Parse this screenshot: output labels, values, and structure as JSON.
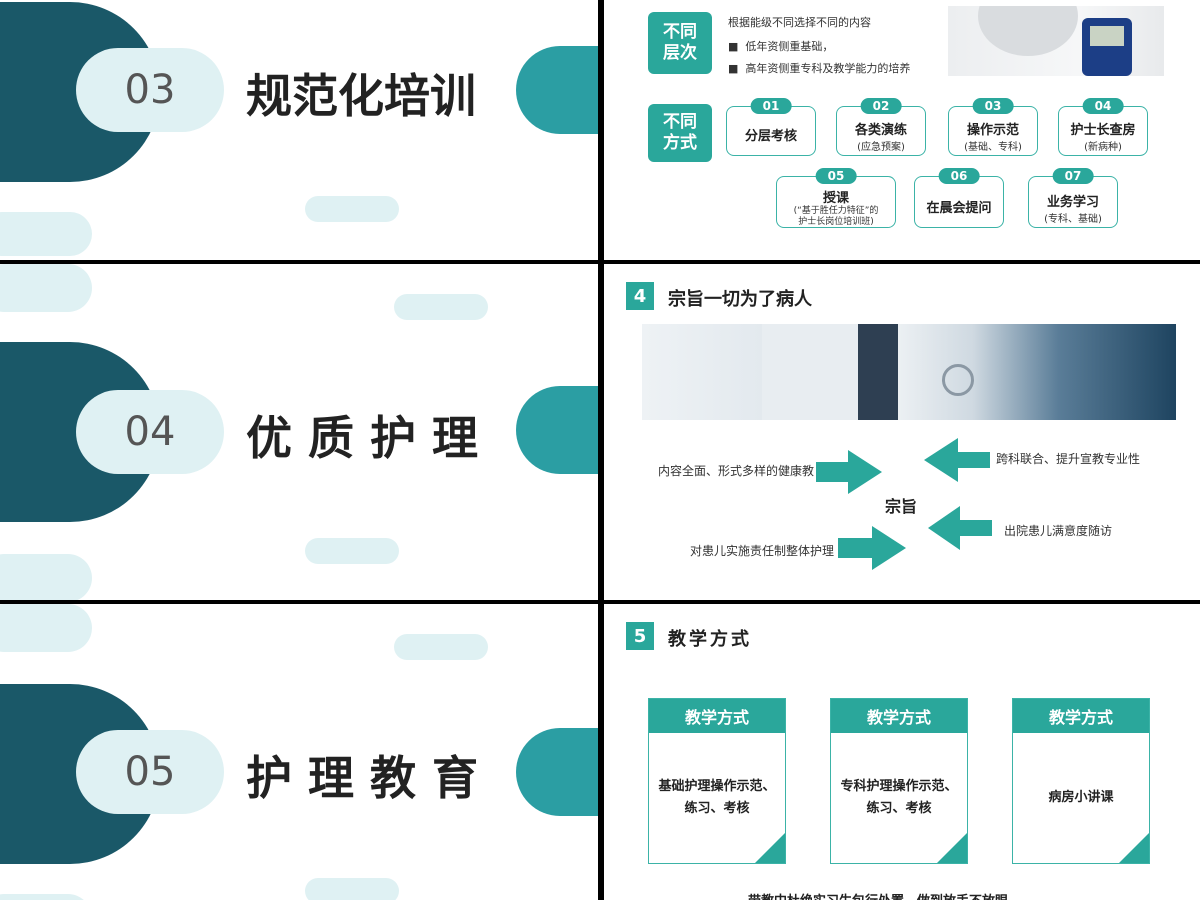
{
  "sections": [
    {
      "number": "03",
      "title": "规范化培训"
    },
    {
      "number": "04",
      "title": "优 质 护 理"
    },
    {
      "number": "05",
      "title": "护 理 教 育"
    }
  ],
  "training": {
    "levels_tag": "不同\n层次",
    "levels_intro": "根据能级不同选择不同的内容",
    "levels_items": [
      "低年资侧重基础，",
      "高年资侧重专科及教学能力的培养"
    ],
    "methods_tag": "不同\n方式",
    "methods": [
      {
        "num": "01",
        "title": "分层考核",
        "sub": ""
      },
      {
        "num": "02",
        "title": "各类演练",
        "sub": "(应急预案)"
      },
      {
        "num": "03",
        "title": "操作示范",
        "sub": "(基础、专科)"
      },
      {
        "num": "04",
        "title": "护士长查房",
        "sub": "(新病种)"
      },
      {
        "num": "05",
        "title": "授课",
        "sub": "(“基于胜任力特征”的\n护士长岗位培训班)"
      },
      {
        "num": "06",
        "title": "在晨会提问",
        "sub": ""
      },
      {
        "num": "07",
        "title": "业务学习",
        "sub": "(专科、基础)"
      }
    ]
  },
  "purpose": {
    "number": "4",
    "title": "宗旨一切为了病人",
    "center": "宗旨",
    "left_top": "内容全面、形式多样的健康教",
    "left_bottom": "对患儿实施责任制整体护理",
    "right_top": "跨科联合、提升宣教专业性",
    "right_bottom": "出院患儿满意度随访"
  },
  "teaching": {
    "number": "5",
    "title": "教学方式",
    "cards": [
      {
        "header": "教学方式",
        "body": "基础护理操作示范、\n练习、考核"
      },
      {
        "header": "教学方式",
        "body": "专科护理操作示范、\n练习、考核"
      },
      {
        "header": "教学方式",
        "body": "病房小讲课"
      }
    ],
    "footer": "带教中杜绝实习生包行处置，做到放手不放眼"
  },
  "colors": {
    "dark": "#1a5868",
    "teal": "#2b9ea3",
    "green": "#2aa79b",
    "light": "#dff1f3"
  }
}
